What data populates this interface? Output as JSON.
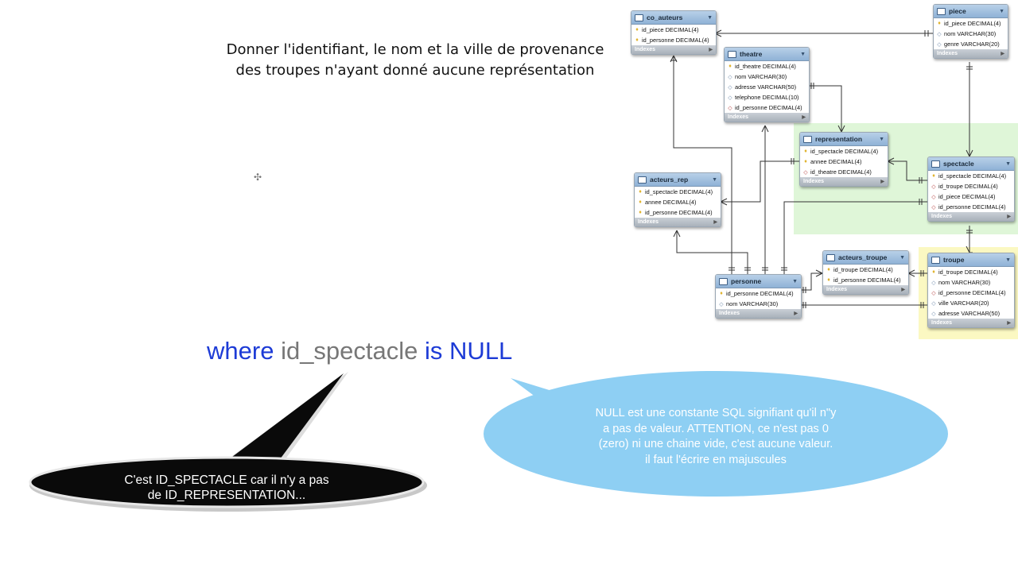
{
  "question": {
    "line1": "Donner l'identifiant, le nom et la ville de provenance",
    "line2": "des troupes n'ayant donné aucune représentation"
  },
  "sql": {
    "where": "where",
    "column": "id_spectacle",
    "is": "is",
    "null": "NULL"
  },
  "bubble_left": {
    "line1": "C'est ID_SPECTACLE car il n'y a pas",
    "line2": "de ID_REPRESENTATION..."
  },
  "bubble_right": {
    "line1": "NULL est une constante SQL signifiant qu'il n\"y",
    "line2": "a pas de valeur. ATTENTION, ce n'est pas 0",
    "line3": "(zero) ni une chaine vide, c'est aucune valeur.",
    "line4": "il faut l'écrire en majuscules"
  },
  "colors": {
    "sql_keyword": "#1d3bd6",
    "sql_identifier": "#777777",
    "bubble_left_fill": "#0a0a0a",
    "bubble_right_fill": "#8ecff3",
    "group_green": "#dff6d8",
    "group_yellow": "#fbf8c2"
  },
  "diagram": {
    "indexes_label": "Indexes",
    "tables": {
      "co_auteurs": {
        "name": "co_auteurs",
        "columns": [
          {
            "mark": "key",
            "text": "id_piece DECIMAL(4)"
          },
          {
            "mark": "key",
            "text": "id_personne DECIMAL(4)"
          }
        ]
      },
      "piece": {
        "name": "piece",
        "columns": [
          {
            "mark": "key",
            "text": "id_piece DECIMAL(4)"
          },
          {
            "mark": "col",
            "text": "nom VARCHAR(30)"
          },
          {
            "mark": "col",
            "text": "genre VARCHAR(20)"
          }
        ]
      },
      "theatre": {
        "name": "theatre",
        "columns": [
          {
            "mark": "key",
            "text": "id_theatre DECIMAL(4)"
          },
          {
            "mark": "col",
            "text": "nom VARCHAR(30)"
          },
          {
            "mark": "col",
            "text": "adresse VARCHAR(50)"
          },
          {
            "mark": "col",
            "text": "telephone DECIMAL(10)"
          },
          {
            "mark": "fk",
            "text": "id_personne DECIMAL(4)"
          }
        ]
      },
      "representation": {
        "name": "representation",
        "columns": [
          {
            "mark": "key",
            "text": "id_spectacle DECIMAL(4)"
          },
          {
            "mark": "key",
            "text": "annee DECIMAL(4)"
          },
          {
            "mark": "fk",
            "text": "id_theatre DECIMAL(4)"
          }
        ]
      },
      "acteurs_rep": {
        "name": "acteurs_rep",
        "columns": [
          {
            "mark": "key",
            "text": "id_spectacle DECIMAL(4)"
          },
          {
            "mark": "key",
            "text": "annee DECIMAL(4)"
          },
          {
            "mark": "key",
            "text": "id_personne DECIMAL(4)"
          }
        ]
      },
      "spectacle": {
        "name": "spectacle",
        "columns": [
          {
            "mark": "key",
            "text": "id_spectacle DECIMAL(4)"
          },
          {
            "mark": "fk",
            "text": "id_troupe DECIMAL(4)"
          },
          {
            "mark": "fk",
            "text": "id_piece DECIMAL(4)"
          },
          {
            "mark": "fk",
            "text": "id_personne DECIMAL(4)"
          }
        ]
      },
      "acteurs_troupe": {
        "name": "acteurs_troupe",
        "columns": [
          {
            "mark": "key",
            "text": "id_troupe DECIMAL(4)"
          },
          {
            "mark": "key",
            "text": "id_personne DECIMAL(4)"
          }
        ]
      },
      "personne": {
        "name": "personne",
        "columns": [
          {
            "mark": "key",
            "text": "id_personne DECIMAL(4)"
          },
          {
            "mark": "col",
            "text": "nom VARCHAR(30)"
          }
        ]
      },
      "troupe": {
        "name": "troupe",
        "columns": [
          {
            "mark": "key",
            "text": "id_troupe DECIMAL(4)"
          },
          {
            "mark": "col",
            "text": "nom VARCHAR(30)"
          },
          {
            "mark": "fk",
            "text": "id_personne DECIMAL(4)"
          },
          {
            "mark": "col",
            "text": "ville VARCHAR(20)"
          },
          {
            "mark": "col",
            "text": "adresse VARCHAR(50)"
          }
        ]
      }
    }
  }
}
